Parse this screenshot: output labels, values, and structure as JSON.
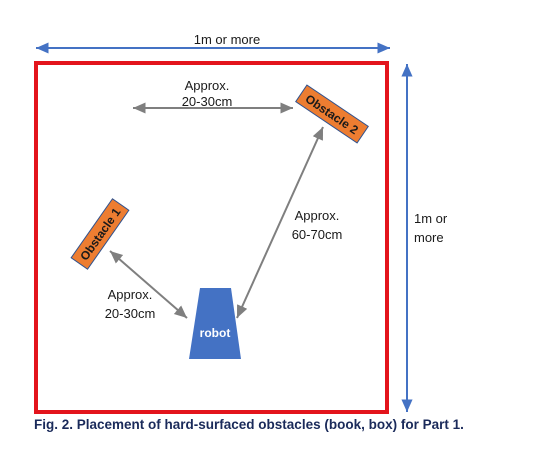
{
  "labels": {
    "width": "1m or more",
    "height_line1": "1m or",
    "height_line2": "more",
    "top_dist_line1": "Approx.",
    "top_dist_line2": "20-30cm",
    "right_dist_line1": "Approx.",
    "right_dist_line2": "60-70cm",
    "left_dist_line1": "Approx.",
    "left_dist_line2": "20-30cm"
  },
  "obstacles": {
    "obstacle1": "Obstacle 1",
    "obstacle2": "Obstacle 2"
  },
  "robot": {
    "label": "robot"
  },
  "caption": "Fig. 2. Placement of hard-surfaced obstacles (book, box) for Part 1.",
  "colors": {
    "boundary": "#e3141c",
    "dimension_arrow": "#4472c4",
    "distance_arrow": "#7f7f7f",
    "obstacle_fill": "#ed7d31",
    "obstacle_stroke": "#2f528f",
    "robot_fill": "#4472c4",
    "caption_text": "#1a2a5a"
  }
}
